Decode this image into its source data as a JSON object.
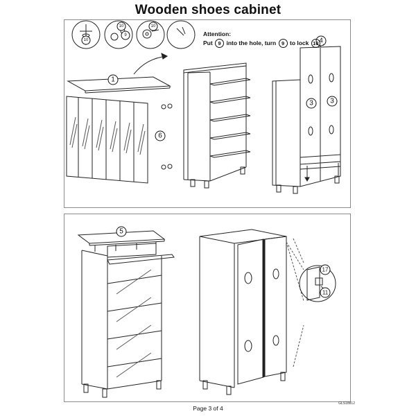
{
  "title": "Wooden shoes cabinet",
  "attention": {
    "heading": "Attention:",
    "put": "Put",
    "into_hole": "into the hole, turn",
    "to_lock": "to lock",
    "period": ".",
    "part_a": "9",
    "part_b": "9",
    "part_c": "10"
  },
  "callouts": {
    "c10a": "10",
    "c9": "9",
    "c10b": "10",
    "c10c": "10",
    "p1": "1",
    "p6": "6",
    "p4": "4",
    "p3a": "3",
    "p3b": "3",
    "p5": "5",
    "p17": "17",
    "p11": "11"
  },
  "footer": "Page 3 of 4",
  "code": "GLS18812"
}
